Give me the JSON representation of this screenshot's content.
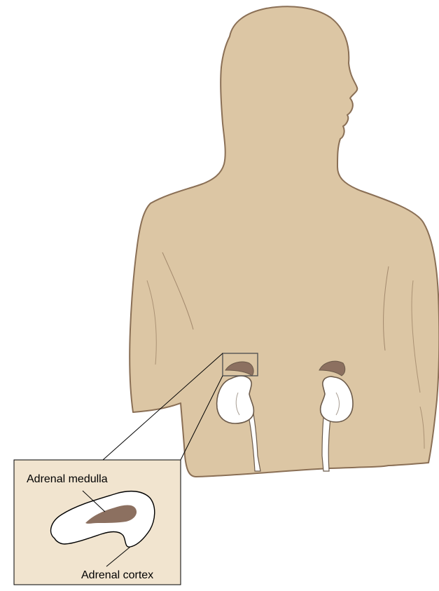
{
  "labels": {
    "medulla": "Adrenal medulla",
    "cortex": "Adrenal cortex"
  },
  "colors": {
    "skin": "#dcc6a4",
    "skin_outline": "#8a6f55",
    "inset_fill": "#f1e4cf",
    "gland_dark": "#8c7060",
    "kidney_fill": "#ffffff",
    "kidney_outline": "#6b5a4a",
    "callout_line": "#000000",
    "box_stroke": "#555555"
  },
  "icons": {
    "body": "human-torso-back-view",
    "kidney": "kidney-icon",
    "adrenal": "adrenal-gland-icon"
  }
}
